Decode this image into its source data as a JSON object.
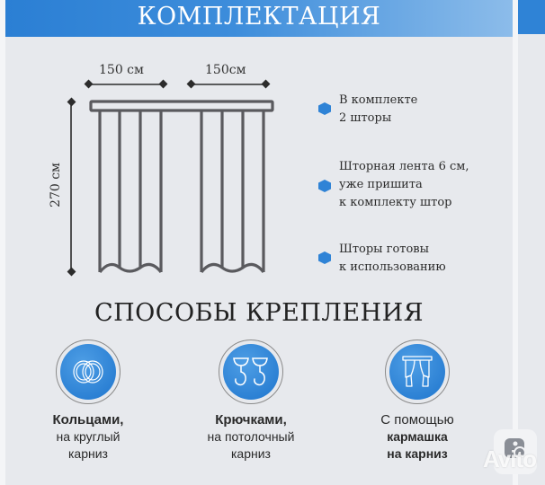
{
  "banner": {
    "title": "КОМПЛЕКТАЦИЯ",
    "color": "#2b7fd4"
  },
  "diagram": {
    "width_left": "150 см",
    "width_right": "150см",
    "height": "270 см",
    "icon": "curtain-dimensions-icon"
  },
  "features": [
    {
      "icon": "hexagon-bullet-icon",
      "text": "В комплекте\n2 шторы"
    },
    {
      "icon": "hexagon-bullet-icon",
      "text": "Шторная лента 6 см,\nуже пришита\nк комплекту штор"
    },
    {
      "icon": "hexagon-bullet-icon",
      "text": "Шторы готовы\nк использованию"
    }
  ],
  "methods_section": {
    "title": "СПОСОБЫ КРЕПЛЕНИЯ",
    "items": [
      {
        "icon": "rings-icon",
        "title": "Кольцами,",
        "subtitle": "на круглый\nкарниз"
      },
      {
        "icon": "hooks-icon",
        "title": "Крючками,",
        "subtitle": "на потолочный\nкарниз"
      },
      {
        "icon": "curtain-pocket-icon",
        "title": "С помощью",
        "subtitle": "кармашка\nна карниз"
      }
    ]
  },
  "watermark": {
    "text": "Avito",
    "icon": "avito-logo-icon"
  },
  "colors": {
    "accent": "#2f83d6",
    "background": "#e7e9ed",
    "line": "#5a5a5e"
  }
}
